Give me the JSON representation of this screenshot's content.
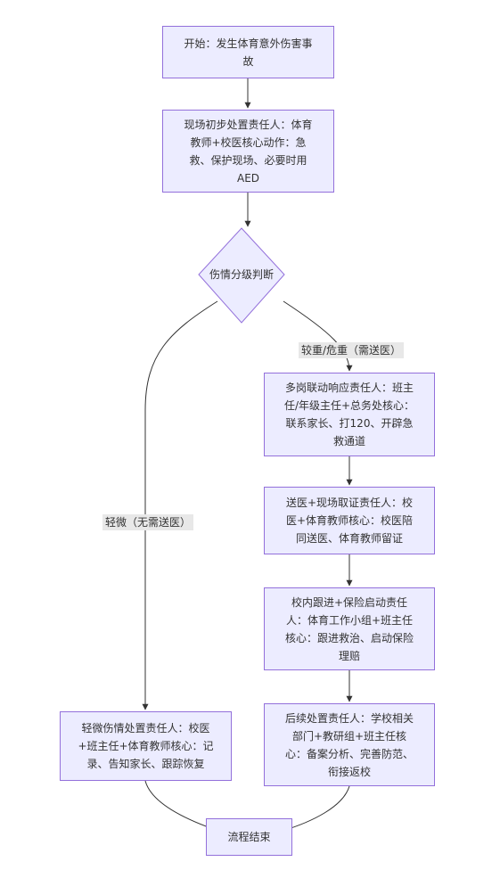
{
  "flowchart": {
    "nodes": {
      "start": "开始：发生体育意外伤害事故",
      "first_aid": "现场初步处置责任人：体育教师+校医核心动作：急救、保护现场、必要时用AED",
      "decision": "伤情分级判断",
      "multi_response": "多岗联动响应责任人：班主任/年级主任+总务处核心：联系家长、打120、开辟急救通道",
      "hospital": "送医+现场取证责任人：校医+体育教师核心：校医陪同送医、体育教师留证",
      "followup": "校内跟进+保险启动责任人：体育工作小组+班主任核心：跟进救治、启动保险理赔",
      "aftermath": "后续处置责任人：学校相关部门+教研组+班主任核心：备案分析、完善防范、衔接返校",
      "minor": "轻微伤情处置责任人：校医+班主任+体育教师核心：记录、告知家长、跟踪恢复",
      "end": "流程结束"
    },
    "edge_labels": {
      "severe": "较重/危重（需送医）",
      "minor": "轻微（无需送医）"
    },
    "colors": {
      "node_fill": "#ECECFF",
      "node_border": "#9370DB",
      "edge": "#333333",
      "label_bg": "#e8e8e8"
    }
  }
}
